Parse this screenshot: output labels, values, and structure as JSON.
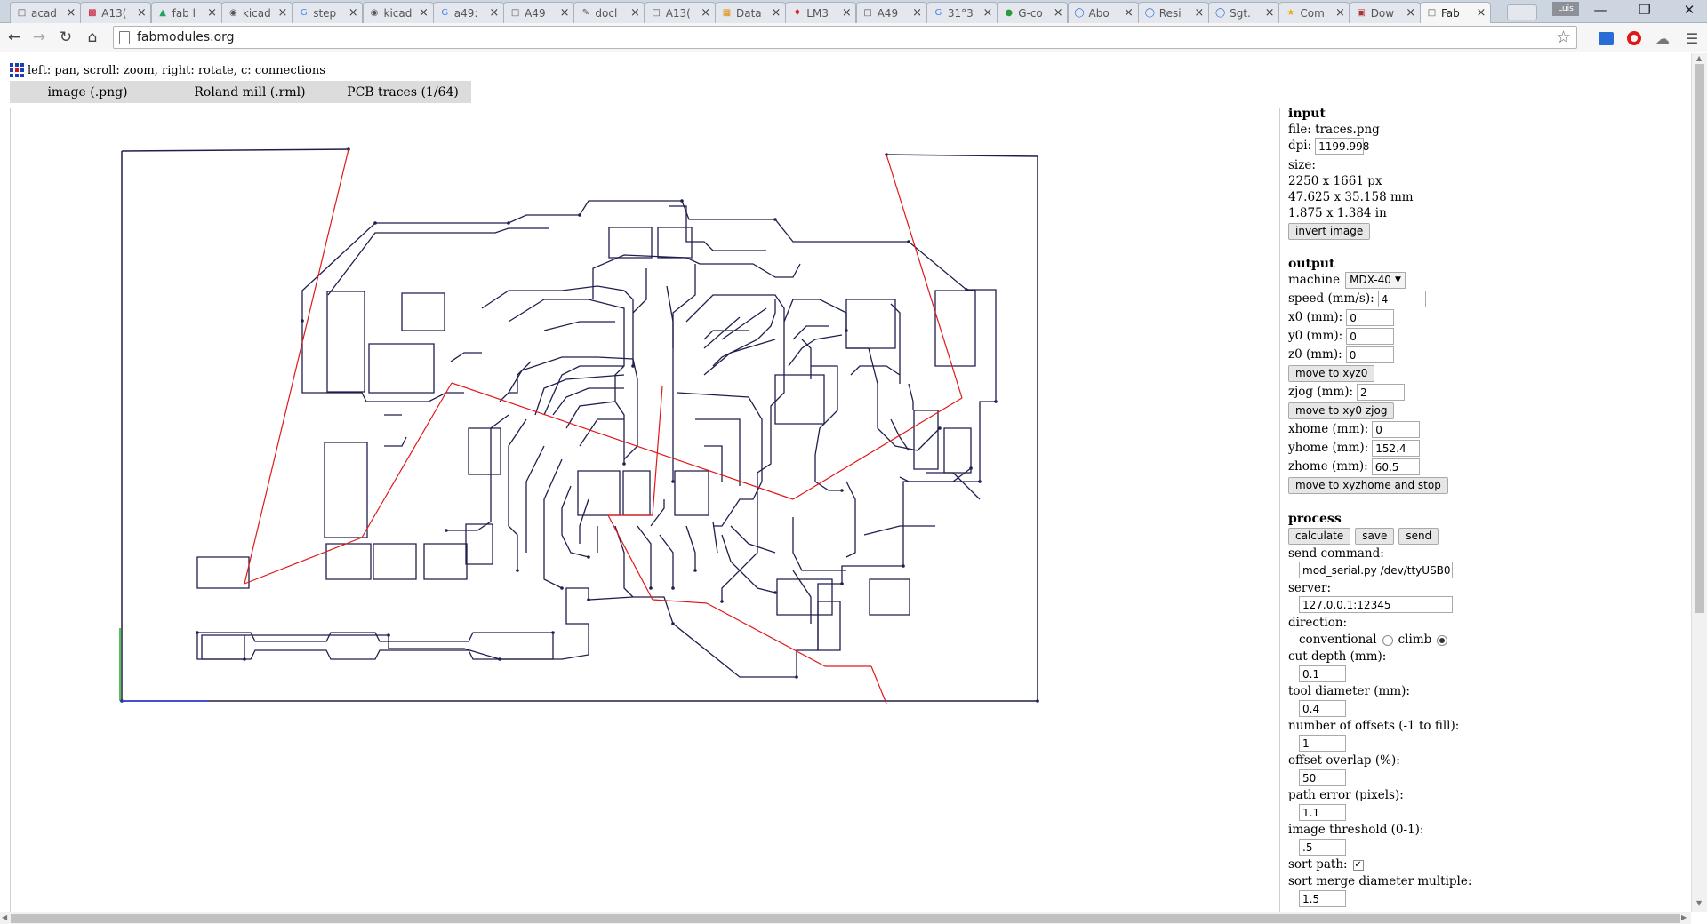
{
  "browser": {
    "tabs": [
      {
        "label": "acad",
        "icon": "page-icon",
        "active": false
      },
      {
        "label": "A13(",
        "icon": "pdf-icon",
        "active": false
      },
      {
        "label": "fab l",
        "icon": "drive-icon",
        "active": false
      },
      {
        "label": "kicad",
        "icon": "github-icon",
        "active": false
      },
      {
        "label": "step",
        "icon": "google-icon",
        "active": false
      },
      {
        "label": "kicad",
        "icon": "github-icon",
        "active": false
      },
      {
        "label": "a49:",
        "icon": "google-icon",
        "active": false
      },
      {
        "label": "A49",
        "icon": "page-icon",
        "active": false
      },
      {
        "label": "docl",
        "icon": "pen-icon",
        "active": false
      },
      {
        "label": "A13(",
        "icon": "page-icon",
        "active": false
      },
      {
        "label": "Data",
        "icon": "datasheet-icon",
        "active": false
      },
      {
        "label": "LM3",
        "icon": "ti-icon",
        "active": false
      },
      {
        "label": "A49",
        "icon": "page-icon",
        "active": false
      },
      {
        "label": "31°3",
        "icon": "google-icon",
        "active": false
      },
      {
        "label": "G-co",
        "icon": "leaf-icon",
        "active": false
      },
      {
        "label": "Abo",
        "icon": "circle-icon",
        "active": false
      },
      {
        "label": "Resi",
        "icon": "circle-icon",
        "active": false
      },
      {
        "label": "Sgt.",
        "icon": "circle-icon",
        "active": false
      },
      {
        "label": "Com",
        "icon": "script-icon",
        "active": false
      },
      {
        "label": "Dow",
        "icon": "media-icon",
        "active": false
      },
      {
        "label": "Fab",
        "icon": "page-icon",
        "active": true
      }
    ],
    "profile_label": "Luis",
    "url": "fabmodules.org"
  },
  "page": {
    "hint": "left: pan, scroll: zoom, right: rotate, c: connections",
    "module_tabs": [
      "image (.png)",
      "Roland mill (.rml)",
      "PCB traces (1/64)"
    ]
  },
  "input": {
    "heading": "input",
    "file": "file: traces.png",
    "dpi_label": "dpi:",
    "dpi_value": "1199.998",
    "size_label": "size:",
    "size_px": "2250 x 1661 px",
    "size_mm": "47.625 x 35.158 mm",
    "size_in": "1.875 x 1.384 in",
    "invert_button": "invert image"
  },
  "output": {
    "heading": "output",
    "machine_label": "machine",
    "machine_value": "MDX-40",
    "speed_label": "speed (mm/s):",
    "speed_value": "4",
    "x0_label": "x0 (mm):",
    "x0_value": "0",
    "y0_label": "y0 (mm):",
    "y0_value": "0",
    "z0_label": "z0 (mm):",
    "z0_value": "0",
    "move_xyz0_button": "move to xyz0",
    "zjog_label": "zjog (mm):",
    "zjog_value": "2",
    "move_xy0_button": "move to xy0 zjog",
    "xhome_label": "xhome (mm):",
    "xhome_value": "0",
    "yhome_label": "yhome (mm):",
    "yhome_value": "152.4",
    "zhome_label": "zhome (mm):",
    "zhome_value": "60.5",
    "move_home_button": "move to xyzhome and stop"
  },
  "process": {
    "heading": "process",
    "calculate_button": "calculate",
    "save_button": "save",
    "send_button": "send",
    "send_command_label": "send command:",
    "send_command_value": "mod_serial.py /dev/ttyUSB0",
    "server_label": "server:",
    "server_value": "127.0.0.1:12345",
    "direction_label": "direction:",
    "conventional_label": "conventional",
    "climb_label": "climb",
    "direction_selected": "climb",
    "cut_depth_label": "cut depth (mm):",
    "cut_depth_value": "0.1",
    "tool_diameter_label": "tool diameter (mm):",
    "tool_diameter_value": "0.4",
    "offsets_label": "number of offsets (-1 to fill):",
    "offsets_value": "1",
    "overlap_label": "offset overlap (%):",
    "overlap_value": "50",
    "path_error_label": "path error (pixels):",
    "path_error_value": "1.1",
    "threshold_label": "image threshold (0-1):",
    "threshold_value": ".5",
    "sort_path_label": "sort path:",
    "sort_path_checked": true,
    "sort_merge_label": "sort merge diameter multiple:",
    "sort_merge_value": "1.5"
  },
  "colors": {
    "trace": "#1f1f4d",
    "jump": "#e01818",
    "axis_x": "#2a3fd6",
    "axis_y": "#18b018"
  }
}
